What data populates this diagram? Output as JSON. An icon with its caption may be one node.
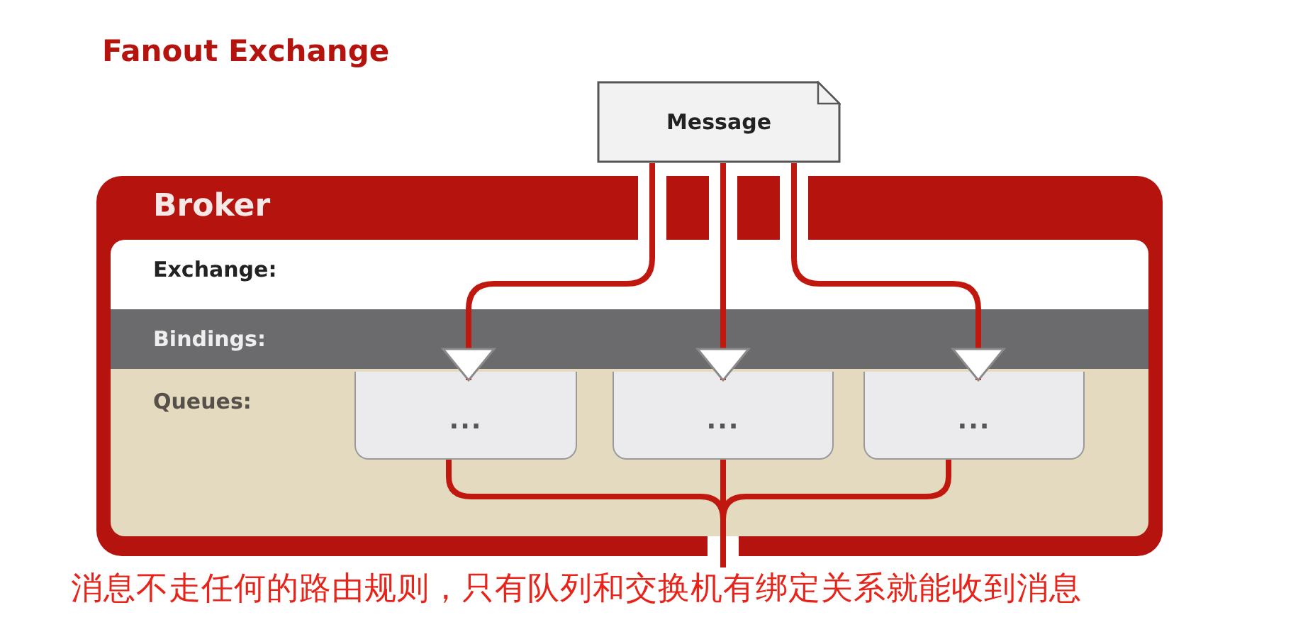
{
  "diagram": {
    "title": "Fanout Exchange",
    "caption": "消息不走任何的路由规则，只有队列和交换机有绑定关系就能收到消息",
    "nodes": [
      {
        "text": [
          "Message"
        ]
      },
      {
        "text": [
          "Broker"
        ]
      },
      {
        "text": [
          "Queues:"
        ],
        "in": 1
      },
      {
        "text": [
          "..."
        ],
        "in": 2
      },
      {
        "text": [
          "..."
        ],
        "in": 2
      },
      {
        "text": [
          "..."
        ],
        "in": 2
      }
    ],
    "edges": [
      {
        "from": 0,
        "to": 3,
        "arrow": "to"
      },
      {
        "from": 0,
        "to": 4,
        "arrow": "to"
      },
      {
        "from": 0,
        "to": 5,
        "arrow": "to"
      },
      {
        "from": 3,
        "to": null,
        "arrow": "none"
      },
      {
        "from": 4,
        "to": null,
        "arrow": "none"
      },
      {
        "from": 5,
        "to": null,
        "arrow": "none"
      }
    ],
    "labels": [
      "Exchange:",
      "Bindings:"
    ]
  }
}
